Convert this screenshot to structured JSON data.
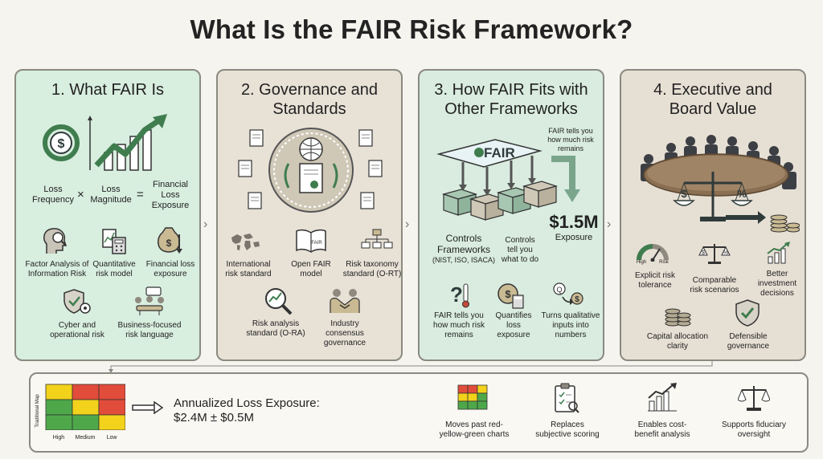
{
  "title": "What Is the FAIR Risk Framework?",
  "panel1": {
    "title_line1": "1. What FAIR Is",
    "equation": {
      "term1_line1": "Loss",
      "term1_line2": "Frequency",
      "times": "×",
      "term2_line1": "Loss",
      "term2_line2": "Magnitude",
      "equals": "=",
      "result_line1": "Financial",
      "result_line2": "Loss",
      "result_line3": "Exposure"
    },
    "items": [
      {
        "line1": "Factor Analysis of",
        "line2": "Information Risk",
        "icon": "head-magnifier-icon"
      },
      {
        "line1": "Quantitative",
        "line2": "risk model",
        "icon": "calculator-chart-icon"
      },
      {
        "line1": "Financial loss",
        "line2": "exposure",
        "icon": "money-bag-down-icon"
      },
      {
        "line1": "Cyber and",
        "line2": "operational risk",
        "icon": "shield-gear-icon"
      },
      {
        "line1": "Business-focused",
        "line2": "risk language",
        "icon": "meeting-chat-icon"
      }
    ]
  },
  "panel2": {
    "title_line1": "2. Governance and",
    "title_line2": "Standards",
    "items": [
      {
        "line1": "International",
        "line2": "risk standard",
        "icon": "world-map-icon"
      },
      {
        "line1": "Open FAIR",
        "line2": "model",
        "icon": "open-book-icon"
      },
      {
        "line1": "Risk taxonomy",
        "line2": "standard (O-RT)",
        "icon": "org-chart-icon"
      },
      {
        "line1": "Risk analysis",
        "line2": "standard (O-RA)",
        "icon": "magnifier-chart-icon"
      },
      {
        "line1": "Industry",
        "line2": "consensus",
        "line3": "governance",
        "icon": "handshake-icon"
      }
    ],
    "book_label": "FAIR"
  },
  "panel3": {
    "title_line1": "3. How FAIR Fits with",
    "title_line2": "Other Frameworks",
    "fair_label": "FAIR",
    "callout_line1": "FAIR tells you",
    "callout_line2": "how much risk",
    "callout_line3": "remains",
    "amount": "$1.5M",
    "amount_label": "Exposure",
    "controls_line1": "Controls",
    "controls_line2": "Frameworks",
    "controls_line3": "(NIST, ISO, ISACA)",
    "controls_tell_line1": "Controls",
    "controls_tell_line2": "tell you",
    "controls_tell_line3": "what to do",
    "items": [
      {
        "line1": "FAIR tells you",
        "line2": "how much risk",
        "line3": "remains",
        "icon": "question-thermometer-icon"
      },
      {
        "line1": "Quantifies",
        "line2": "loss",
        "line3": "exposure",
        "icon": "coin-calculator-icon"
      },
      {
        "line1": "Turns qualitative",
        "line2": "inputs into",
        "line3": "numbers",
        "icon": "convert-dollar-icon"
      }
    ]
  },
  "panel4": {
    "title_line1": "4. Executive and",
    "title_line2": "Board Value",
    "gauge_low": "High",
    "gauge_high": "Risk",
    "items": [
      {
        "line1": "Explicit risk",
        "line2": "tolerance",
        "icon": "gauge-icon"
      },
      {
        "line1": "Comparable",
        "line2": "risk scenarios",
        "icon": "scales-icon"
      },
      {
        "line1": "Better",
        "line2": "investment",
        "line3": "decisions",
        "icon": "bar-growth-icon"
      },
      {
        "line1": "Capital allocation",
        "line2": "clarity",
        "icon": "coin-stack-icon"
      },
      {
        "line1": "Defensible",
        "line2": "governance",
        "icon": "shield-check-icon"
      }
    ]
  },
  "bottom": {
    "heatmap_title": "Traditional Map",
    "heatmap_labels": [
      "High",
      "Medium",
      "Low"
    ],
    "heatmap_colors": [
      [
        "#f2d21b",
        "#e24c3a",
        "#e24c3a"
      ],
      [
        "#4ea84a",
        "#f2d21b",
        "#e24c3a"
      ],
      [
        "#4ea84a",
        "#4ea84a",
        "#f2d21b"
      ]
    ],
    "ale_line1": "Annualized Loss Exposure:",
    "ale_line2": "$2.4M ± $0.5M",
    "items": [
      {
        "line1": "Moves past red-",
        "line2": "yellow-green charts",
        "icon": "heatmap-small-icon"
      },
      {
        "line1": "Replaces",
        "line2": "subjective scoring",
        "icon": "clipboard-check-icon"
      },
      {
        "line1": "Enables cost-",
        "line2": "benefit analysis",
        "icon": "growth-chart-icon"
      },
      {
        "line1": "Supports fiduciary",
        "line2": "oversight",
        "icon": "balance-scale-icon"
      }
    ]
  },
  "colors": {
    "green_panel": "#d8eedf",
    "tan_panel": "#e7e1d6",
    "accent_green": "#3f7d4e",
    "accent_dark": "#2f3a3a"
  }
}
